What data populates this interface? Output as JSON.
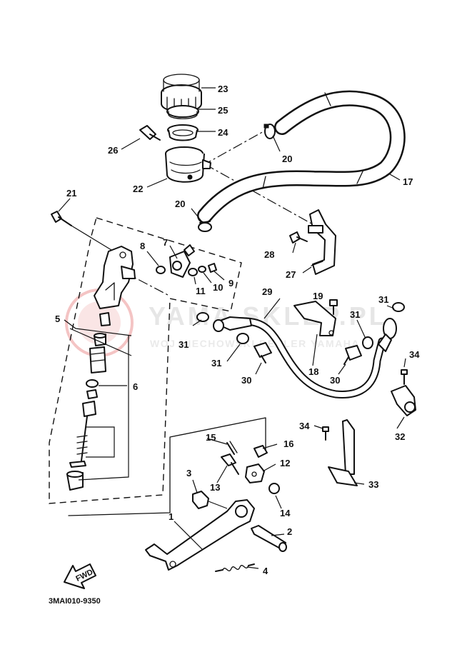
{
  "diagram": {
    "code": "3MAI010-9350",
    "fwd_label": "FWD",
    "watermark": {
      "title": "YAMA SKLEP.PL",
      "subtitle": "WOJ NIECHOWSKI DEALER YAMAHA",
      "accent": "#e05a5a"
    },
    "callouts": [
      {
        "label": "1"
      },
      {
        "label": "2"
      },
      {
        "label": "3"
      },
      {
        "label": "4"
      },
      {
        "label": "5"
      },
      {
        "label": "6"
      },
      {
        "label": "7"
      },
      {
        "label": "8"
      },
      {
        "label": "9"
      },
      {
        "label": "10"
      },
      {
        "label": "11"
      },
      {
        "label": "12"
      },
      {
        "label": "13"
      },
      {
        "label": "14"
      },
      {
        "label": "15"
      },
      {
        "label": "16"
      },
      {
        "label": "17"
      },
      {
        "label": "18"
      },
      {
        "label": "19"
      },
      {
        "label": "20"
      },
      {
        "label": "20"
      },
      {
        "label": "21"
      },
      {
        "label": "22"
      },
      {
        "label": "23"
      },
      {
        "label": "24"
      },
      {
        "label": "25"
      },
      {
        "label": "26"
      },
      {
        "label": "27"
      },
      {
        "label": "28"
      },
      {
        "label": "29"
      },
      {
        "label": "30"
      },
      {
        "label": "30"
      },
      {
        "label": "31"
      },
      {
        "label": "31"
      },
      {
        "label": "31"
      },
      {
        "label": "31"
      },
      {
        "label": "32"
      },
      {
        "label": "33"
      },
      {
        "label": "34"
      },
      {
        "label": "34"
      }
    ]
  }
}
